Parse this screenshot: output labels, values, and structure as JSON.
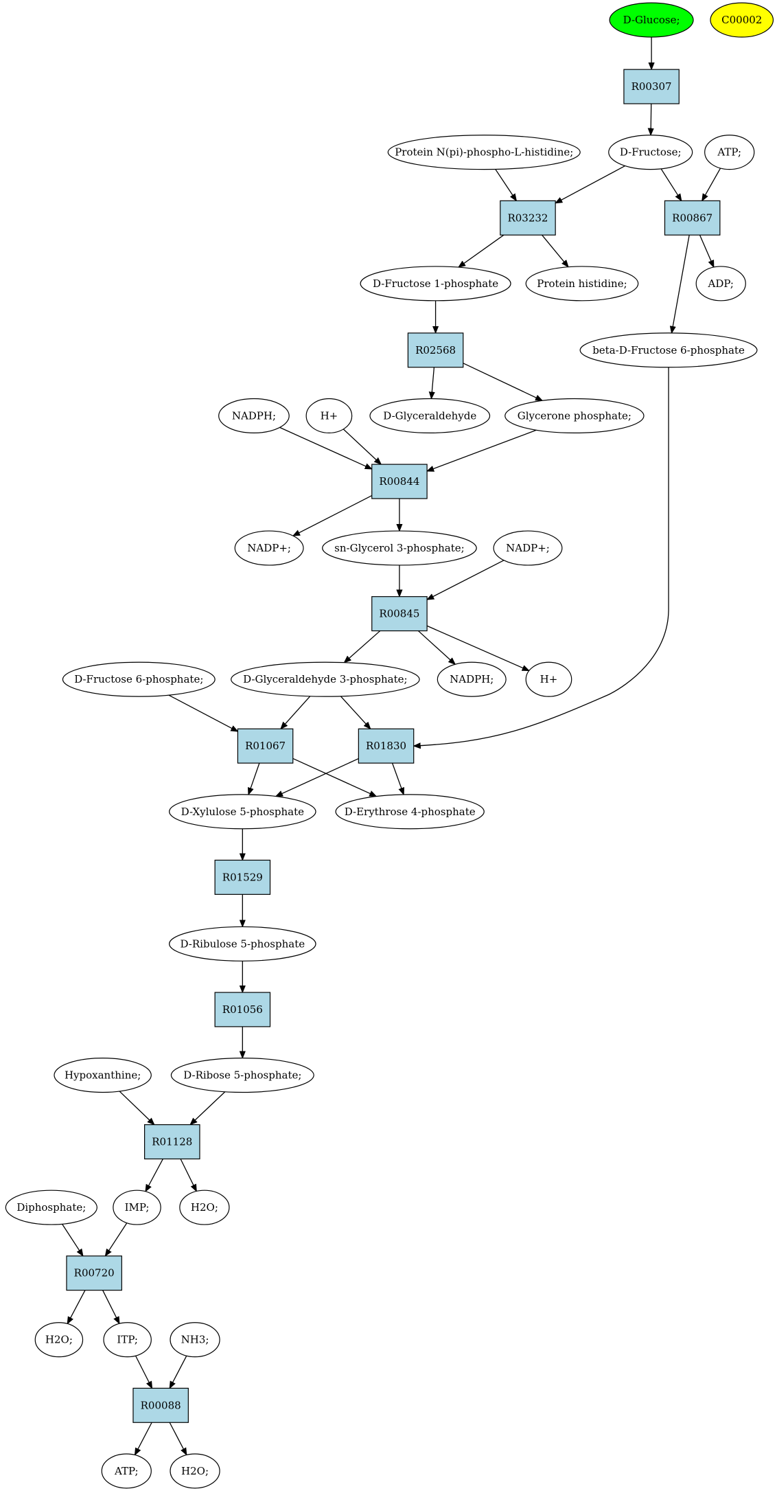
{
  "colors": {
    "compound_fill": "#ffffff",
    "start_fill": "#00ff00",
    "orphan_fill": "#ffff00",
    "reaction_fill": "#add8e6",
    "stroke": "#000000"
  },
  "nodes": [
    {
      "id": "glucose",
      "kind": "compound",
      "role": "start",
      "label": "D-Glucose;"
    },
    {
      "id": "c00002",
      "kind": "compound",
      "role": "orphan",
      "label": "C00002"
    },
    {
      "id": "r00307",
      "kind": "reaction",
      "label": "R00307"
    },
    {
      "id": "prot_nphos",
      "kind": "compound",
      "label": "Protein N(pi)-phospho-L-histidine;"
    },
    {
      "id": "fructose",
      "kind": "compound",
      "label": "D-Fructose;"
    },
    {
      "id": "atp1",
      "kind": "compound",
      "label": "ATP;"
    },
    {
      "id": "r03232",
      "kind": "reaction",
      "label": "R03232"
    },
    {
      "id": "r00867",
      "kind": "reaction",
      "label": "R00867"
    },
    {
      "id": "f1p",
      "kind": "compound",
      "label": "D-Fructose 1-phosphate"
    },
    {
      "id": "prot_his",
      "kind": "compound",
      "label": "Protein histidine;"
    },
    {
      "id": "adp",
      "kind": "compound",
      "label": "ADP;"
    },
    {
      "id": "r02568",
      "kind": "reaction",
      "label": "R02568"
    },
    {
      "id": "bf6p",
      "kind": "compound",
      "label": "beta-D-Fructose 6-phosphate"
    },
    {
      "id": "nadph1",
      "kind": "compound",
      "label": "NADPH;"
    },
    {
      "id": "hplus1",
      "kind": "compound",
      "label": "H+"
    },
    {
      "id": "glyald",
      "kind": "compound",
      "label": "D-Glyceraldehyde"
    },
    {
      "id": "dhap",
      "kind": "compound",
      "label": "Glycerone phosphate;"
    },
    {
      "id": "r00844",
      "kind": "reaction",
      "label": "R00844"
    },
    {
      "id": "nadp1",
      "kind": "compound",
      "label": "NADP+;"
    },
    {
      "id": "g3p",
      "kind": "compound",
      "label": "sn-Glycerol 3-phosphate;"
    },
    {
      "id": "nadp2",
      "kind": "compound",
      "label": "NADP+;"
    },
    {
      "id": "r00845",
      "kind": "reaction",
      "label": "R00845"
    },
    {
      "id": "f6p",
      "kind": "compound",
      "label": "D-Fructose 6-phosphate;"
    },
    {
      "id": "ga3p",
      "kind": "compound",
      "label": "D-Glyceraldehyde 3-phosphate;"
    },
    {
      "id": "nadph2",
      "kind": "compound",
      "label": "NADPH;"
    },
    {
      "id": "hplus2",
      "kind": "compound",
      "label": "H+"
    },
    {
      "id": "r01067",
      "kind": "reaction",
      "label": "R01067"
    },
    {
      "id": "r01830",
      "kind": "reaction",
      "label": "R01830"
    },
    {
      "id": "x5p",
      "kind": "compound",
      "label": "D-Xylulose 5-phosphate"
    },
    {
      "id": "e4p",
      "kind": "compound",
      "label": "D-Erythrose 4-phosphate"
    },
    {
      "id": "r01529",
      "kind": "reaction",
      "label": "R01529"
    },
    {
      "id": "ru5p",
      "kind": "compound",
      "label": "D-Ribulose 5-phosphate"
    },
    {
      "id": "r01056",
      "kind": "reaction",
      "label": "R01056"
    },
    {
      "id": "hypox",
      "kind": "compound",
      "label": "Hypoxanthine;"
    },
    {
      "id": "r5p",
      "kind": "compound",
      "label": "D-Ribose 5-phosphate;"
    },
    {
      "id": "r01128",
      "kind": "reaction",
      "label": "R01128"
    },
    {
      "id": "diphos",
      "kind": "compound",
      "label": "Diphosphate;"
    },
    {
      "id": "imp",
      "kind": "compound",
      "label": "IMP;"
    },
    {
      "id": "h2o1",
      "kind": "compound",
      "label": "H2O;"
    },
    {
      "id": "r00720",
      "kind": "reaction",
      "label": "R00720"
    },
    {
      "id": "h2o2",
      "kind": "compound",
      "label": "H2O;"
    },
    {
      "id": "itp",
      "kind": "compound",
      "label": "ITP;"
    },
    {
      "id": "nh3",
      "kind": "compound",
      "label": "NH3;"
    },
    {
      "id": "r00088",
      "kind": "reaction",
      "label": "R00088"
    },
    {
      "id": "atp2",
      "kind": "compound",
      "label": "ATP;"
    },
    {
      "id": "h2o3",
      "kind": "compound",
      "label": "H2O;"
    }
  ],
  "edges": [
    [
      "glucose",
      "r00307"
    ],
    [
      "r00307",
      "fructose"
    ],
    [
      "prot_nphos",
      "r03232"
    ],
    [
      "fructose",
      "r03232"
    ],
    [
      "fructose",
      "r00867"
    ],
    [
      "atp1",
      "r00867"
    ],
    [
      "r03232",
      "f1p"
    ],
    [
      "r03232",
      "prot_his"
    ],
    [
      "r00867",
      "adp"
    ],
    [
      "r00867",
      "bf6p"
    ],
    [
      "f1p",
      "r02568"
    ],
    [
      "r02568",
      "glyald"
    ],
    [
      "r02568",
      "dhap"
    ],
    [
      "nadph1",
      "r00844"
    ],
    [
      "hplus1",
      "r00844"
    ],
    [
      "dhap",
      "r00844"
    ],
    [
      "r00844",
      "g3p"
    ],
    [
      "r00844",
      "nadp1"
    ],
    [
      "nadp2",
      "r00845"
    ],
    [
      "g3p",
      "r00845"
    ],
    [
      "r00845",
      "ga3p"
    ],
    [
      "r00845",
      "nadph2"
    ],
    [
      "r00845",
      "hplus2"
    ],
    [
      "bf6p",
      "r01830"
    ],
    [
      "f6p",
      "r01067"
    ],
    [
      "ga3p",
      "r01067"
    ],
    [
      "ga3p",
      "r01830"
    ],
    [
      "r01067",
      "x5p"
    ],
    [
      "r01067",
      "e4p"
    ],
    [
      "r01830",
      "x5p"
    ],
    [
      "r01830",
      "e4p"
    ],
    [
      "x5p",
      "r01529"
    ],
    [
      "r01529",
      "ru5p"
    ],
    [
      "ru5p",
      "r01056"
    ],
    [
      "r01056",
      "r5p"
    ],
    [
      "hypox",
      "r01128"
    ],
    [
      "r5p",
      "r01128"
    ],
    [
      "r01128",
      "imp"
    ],
    [
      "r01128",
      "h2o1"
    ],
    [
      "diphos",
      "r00720"
    ],
    [
      "imp",
      "r00720"
    ],
    [
      "r00720",
      "h2o2"
    ],
    [
      "r00720",
      "itp"
    ],
    [
      "itp",
      "r00088"
    ],
    [
      "nh3",
      "r00088"
    ],
    [
      "r00088",
      "atp2"
    ],
    [
      "r00088",
      "h2o3"
    ]
  ]
}
